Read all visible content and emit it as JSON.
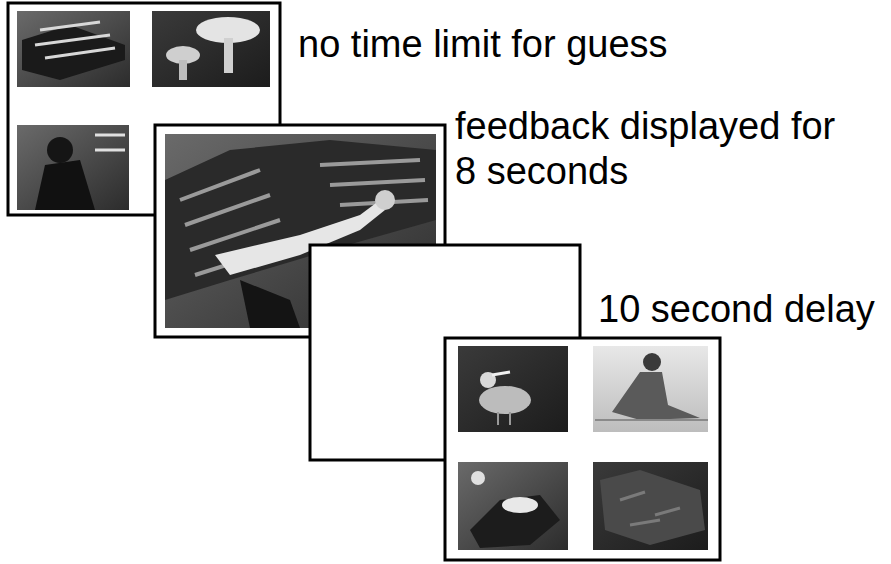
{
  "diagram": {
    "labels": [
      "no time limit for guess",
      "feedback displayed for 8 seconds",
      "10 second delay"
    ]
  }
}
